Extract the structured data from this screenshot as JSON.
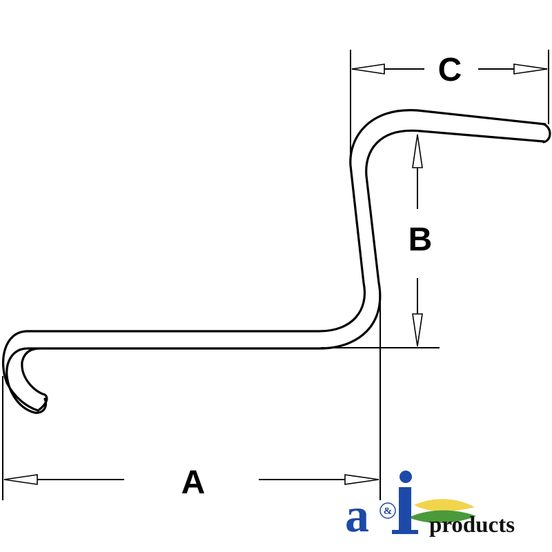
{
  "diagram": {
    "part": "formed wire spring",
    "dimensions": [
      {
        "id": "A",
        "label": "A"
      },
      {
        "id": "B",
        "label": "B"
      },
      {
        "id": "C",
        "label": "C"
      }
    ]
  },
  "logo": {
    "mark": "a",
    "ampersand": "&",
    "mark2": "I",
    "wordmark": "products",
    "colors": {
      "blue": "#1d4aa8",
      "yellow": "#f2d44c",
      "green": "#4a9a3a"
    }
  }
}
